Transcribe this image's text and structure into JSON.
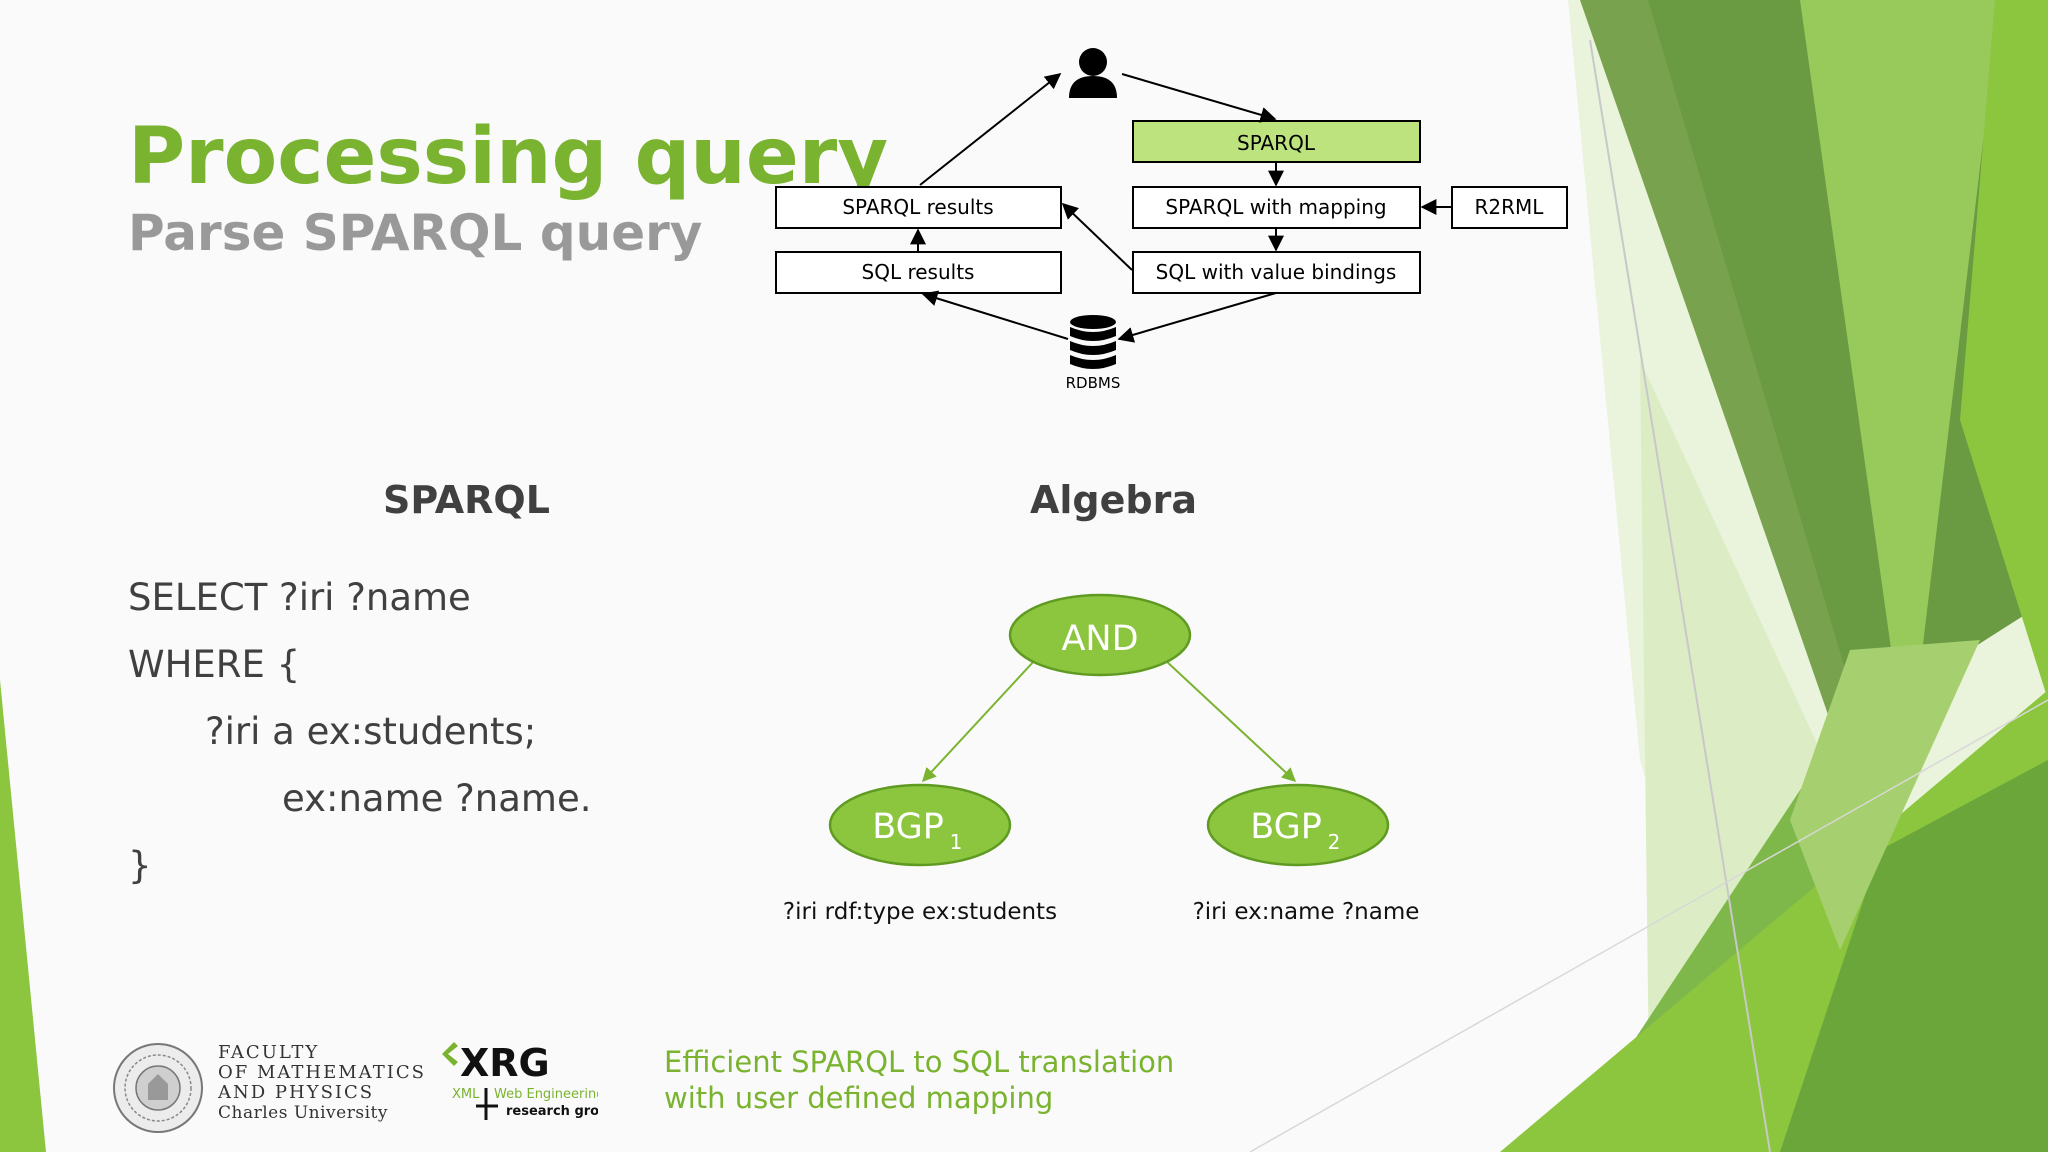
{
  "slide": {
    "title": "Processing query",
    "subtitle": "Parse SPARQL query"
  },
  "flow": {
    "sparql": "SPARQL",
    "sparql_with_mapping": "SPARQL with mapping",
    "r2rml": "R2RML",
    "sparql_results": "SPARQL results",
    "sql_results": "SQL results",
    "sql_with_value_bindings": "SQL with value bindings",
    "rdbms": "RDBMS"
  },
  "sparql_section": {
    "heading": "SPARQL",
    "lines": [
      "SELECT ?iri ?name",
      "WHERE {",
      "?iri a ex:students;",
      "ex:name ?name.",
      "}"
    ]
  },
  "algebra_section": {
    "heading": "Algebra",
    "and_node": "AND",
    "bgp_label": "BGP",
    "bgp1_sub": "1",
    "bgp2_sub": "2",
    "bgp1_pattern": "?iri rdf:type ex:students",
    "bgp2_pattern": "?iri ex:name ?name"
  },
  "footer": {
    "faculty_lines": [
      "FACULTY",
      "OF MATHEMATICS",
      "AND PHYSICS",
      "Charles University"
    ],
    "xrg_logo": "XRG",
    "xrg_xml": "XML",
    "xrg_line1": "Web Engineering",
    "xrg_line2": "research group",
    "caption_line1": "Efficient SPARQL to SQL translation",
    "caption_line2": "with user defined mapping"
  },
  "colors": {
    "accent": "#7ab330",
    "node_fill": "#8cc63f",
    "node_stroke": "#5f9a22",
    "sparql_box": "#bde37f"
  }
}
